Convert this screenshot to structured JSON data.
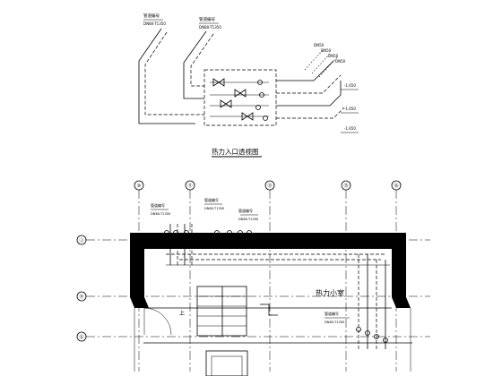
{
  "top_view": {
    "caption": "热力入口透视图",
    "callout_labels": [
      "管道编号",
      "管道编号"
    ],
    "callout_sublabels": [
      "DN80-T1350",
      "DN80-T1350"
    ],
    "riser_tags": [
      "DN50",
      "DN50",
      "DN50",
      "DN50"
    ],
    "level_tags": [
      "-1.650",
      "-1.650",
      "-1.650"
    ]
  },
  "plan_view": {
    "axes_top": [
      "⑩",
      "⑪",
      "⑬",
      "⑮",
      "⑯"
    ],
    "axes_left": [
      "Ⓙ",
      "Ⓗ",
      "Ⓖ"
    ],
    "room_label": "热力小室",
    "callout_labels": [
      "管道编号",
      "管道编号",
      "管道编号"
    ],
    "callout_sublabels": [
      "DN80-T1350",
      "DN80-T1350",
      "DN80-T1350"
    ],
    "side_label": "管道编号",
    "side_sublabel": "DN80-T1350",
    "stair_label": "上"
  }
}
